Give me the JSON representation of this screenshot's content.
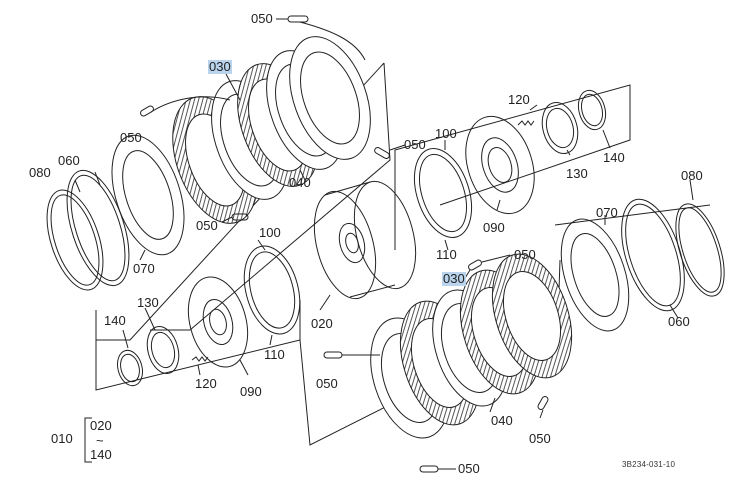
{
  "labels": {
    "p050_a": "050",
    "p030_a": "030",
    "p050_b": "050",
    "p050_c": "050",
    "p080_a": "080",
    "p060_a": "060",
    "p040_a": "040",
    "p050_d": "050",
    "p070_a": "070",
    "p100_a": "100",
    "p120_a": "120",
    "p140_a": "140",
    "p130_a": "130",
    "p090_a": "090",
    "p110_a": "110",
    "p080_b": "080",
    "p070_b": "070",
    "p060_b": "060",
    "p050_e": "050",
    "p030_b": "030",
    "p100_b": "100",
    "p020_a": "020",
    "p140_b": "140",
    "p130_b": "130",
    "p120_b": "120",
    "p090_b": "090",
    "p110_b": "110",
    "p050_f": "050",
    "p040_b": "040",
    "p050_g": "050",
    "p050_h": "050"
  },
  "legend": {
    "group": "010",
    "from": "020",
    "tilde": "~",
    "to": "140"
  },
  "doc_id": "3B234-031-10",
  "colors": {
    "line": "#222222",
    "highlight": "#b9d4ec",
    "hatch": "#555555"
  }
}
